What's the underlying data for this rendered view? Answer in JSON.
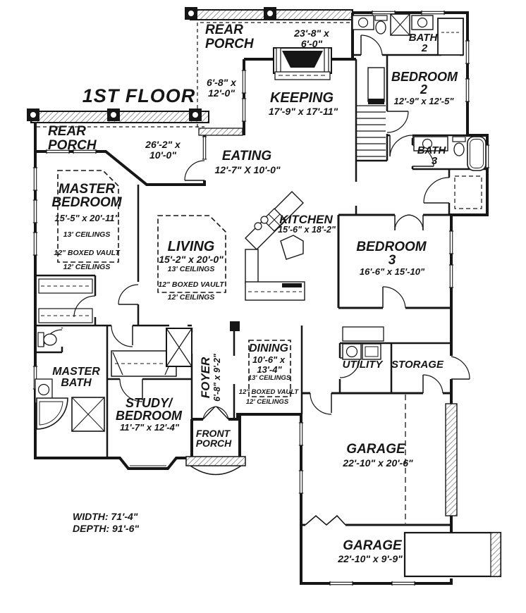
{
  "title": "1ST FLOOR",
  "footer": {
    "width": "WIDTH: 71'-4\"",
    "depth": "DEPTH: 91'-6\""
  },
  "colors": {
    "ink": "#161616",
    "paper": "#ffffff"
  },
  "rooms": {
    "rear_porch_top": {
      "name_l1": "REAR",
      "name_l2": "PORCH",
      "dims_l1": "23'-8\" x",
      "dims_l2": "6'-0\""
    },
    "rear_porch_left": {
      "name_l1": "REAR",
      "name_l2": "PORCH",
      "dims_l1": "26'-2\" x",
      "dims_l2": "10'-0\""
    },
    "side_porch": {
      "dims_l1": "6'-8\" x",
      "dims_l2": "12'-0\""
    },
    "keeping": {
      "name": "KEEPING",
      "dims": "17'-9\" x 17'-11\""
    },
    "eating": {
      "name": "EATING",
      "dims": "12'-7\" X 10'-0\""
    },
    "bath2": {
      "name": "BATH",
      "number": "2"
    },
    "bedroom2": {
      "name": "BEDROOM",
      "number": "2",
      "dims": "12'-9\" x 12'-5\""
    },
    "bath3": {
      "name": "BATH",
      "number": "3"
    },
    "bedroom3": {
      "name": "BEDROOM",
      "number": "3",
      "dims": "16'-6\" x 15'-10\""
    },
    "kitchen": {
      "name": "KITCHEN",
      "dims": "15'-6\" x 18'-2\""
    },
    "master_bedroom": {
      "name_l1": "MASTER",
      "name_l2": "BEDROOM",
      "dims": "15'-5\" x 20'-11\"",
      "note1": "13' CEILINGS",
      "note2": "12\" BOXED VAULT",
      "note3": "12' CEILINGS"
    },
    "living": {
      "name": "LIVING",
      "dims": "15'-2\" x 20'-0\"",
      "note1": "13' CEILINGS",
      "note2": "12\" BOXED VAULT",
      "note3": "12' CEILINGS"
    },
    "master_bath": {
      "name_l1": "MASTER",
      "name_l2": "BATH"
    },
    "study": {
      "name_l1": "STUDY/",
      "name_l2": "BEDROOM",
      "dims": "11'-7\" x 12'-4\""
    },
    "foyer": {
      "name": "FOYER",
      "dims": "6'-8\" x 9'-2\""
    },
    "dining": {
      "name": "DINING",
      "dims_l1": "10'-6\" x",
      "dims_l2": "13'-4\"",
      "note1": "13' CEILINGS",
      "note2": "12\" BOXED VAULT",
      "note3": "12' CEILINGS"
    },
    "front_porch": {
      "name_l1": "FRONT",
      "name_l2": "PORCH"
    },
    "utility": {
      "name": "UTILITY"
    },
    "storage": {
      "name": "STORAGE"
    },
    "garage1": {
      "name": "GARAGE",
      "dims": "22'-10\" x 20'-6\""
    },
    "garage2": {
      "name": "GARAGE",
      "dims": "22'-10\" x 9'-9\""
    }
  }
}
